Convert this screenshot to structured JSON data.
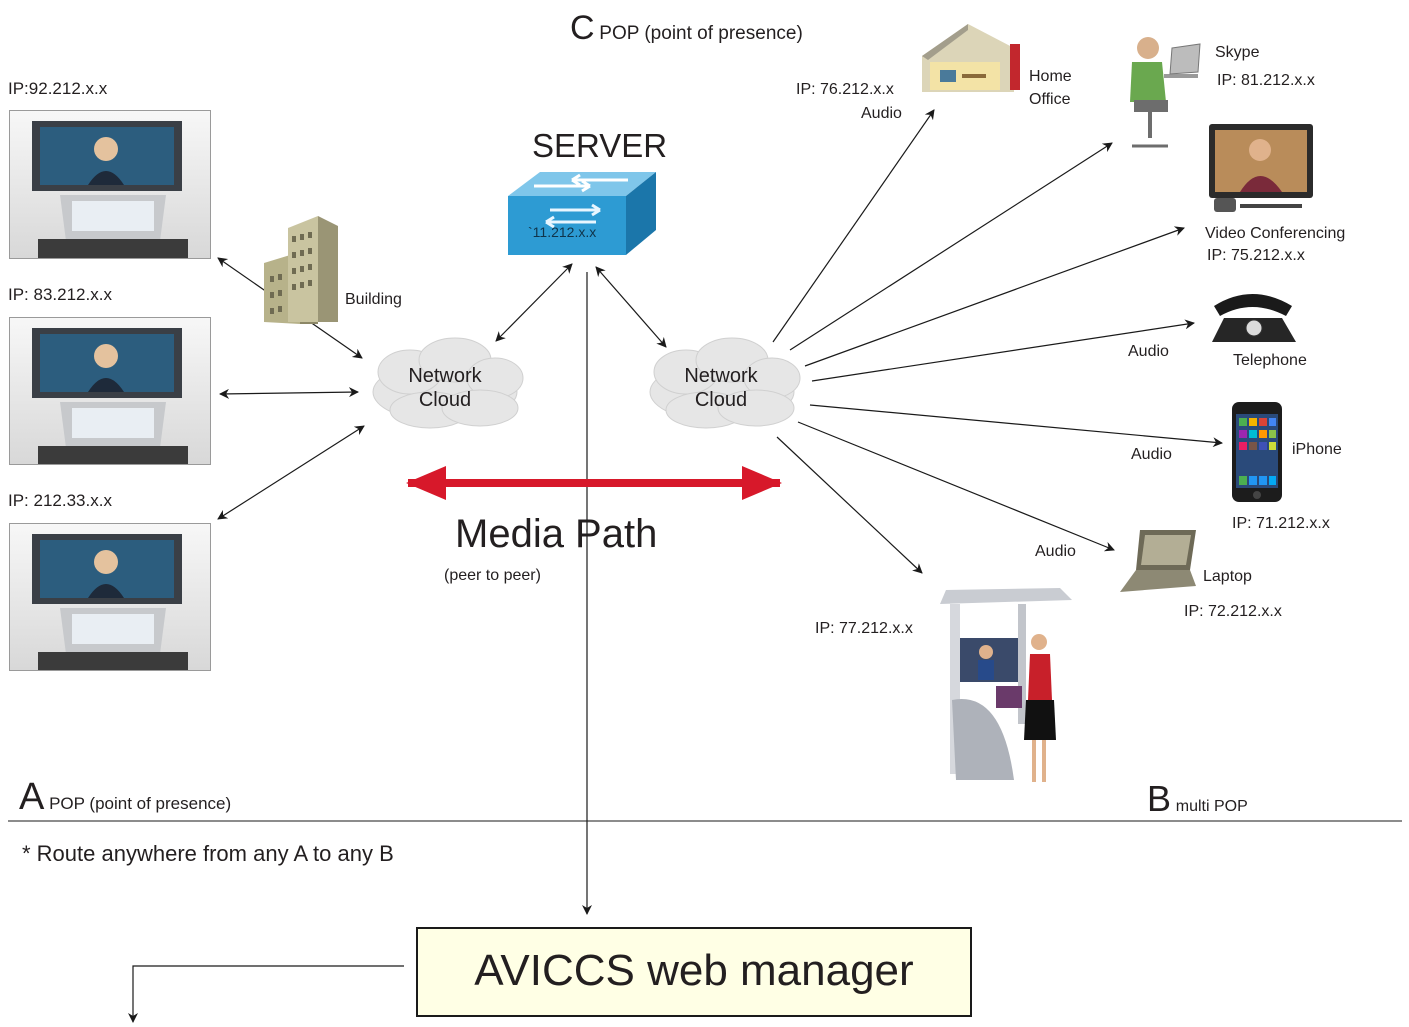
{
  "header": {
    "letter": "C",
    "text": "POP (point of presence)"
  },
  "left_endpoints": [
    {
      "ip": "IP:92.212.x.x"
    },
    {
      "ip": "IP: 83.212.x.x"
    },
    {
      "ip": "IP: 212.33.x.x"
    }
  ],
  "building": {
    "label": "Building"
  },
  "clouds": {
    "left": [
      "Network",
      "Cloud"
    ],
    "right": [
      "Network",
      "Cloud"
    ]
  },
  "server": {
    "title": "SERVER",
    "ip": "`11.212.x.x"
  },
  "media_path": {
    "title": "Media Path",
    "subtitle": "(peer to peer)"
  },
  "right_endpoints": {
    "home_office": {
      "ip": "IP: 76.212.x.x",
      "audio": "Audio",
      "label": [
        "Home",
        "Office"
      ]
    },
    "skype": {
      "label": "Skype",
      "ip": "IP: 81.212.x.x"
    },
    "video_conf": {
      "label": "Video Conferencing",
      "ip": "IP: 75.212.x.x"
    },
    "telephone": {
      "audio": "Audio",
      "label": "Telephone"
    },
    "iphone": {
      "audio": "Audio",
      "label": "iPhone",
      "ip": "IP: 71.212.x.x"
    },
    "laptop": {
      "audio": "Audio",
      "label": "Laptop",
      "ip": "IP: 72.212.x.x"
    },
    "kiosk": {
      "ip": "IP: 77.212.x.x"
    }
  },
  "sections": {
    "a": {
      "letter": "A",
      "text": "POP (point of presence)"
    },
    "b": {
      "letter": "B",
      "text": "multi POP"
    }
  },
  "note": "* Route anywhere from any A to any B",
  "manager": {
    "label": "AVICCS web manager"
  },
  "colors": {
    "media_arrow": "#d7182a",
    "manager_bg": "#ffffe5",
    "server_blue": "#2d9bd3",
    "cloud": "#e6e6e6"
  }
}
